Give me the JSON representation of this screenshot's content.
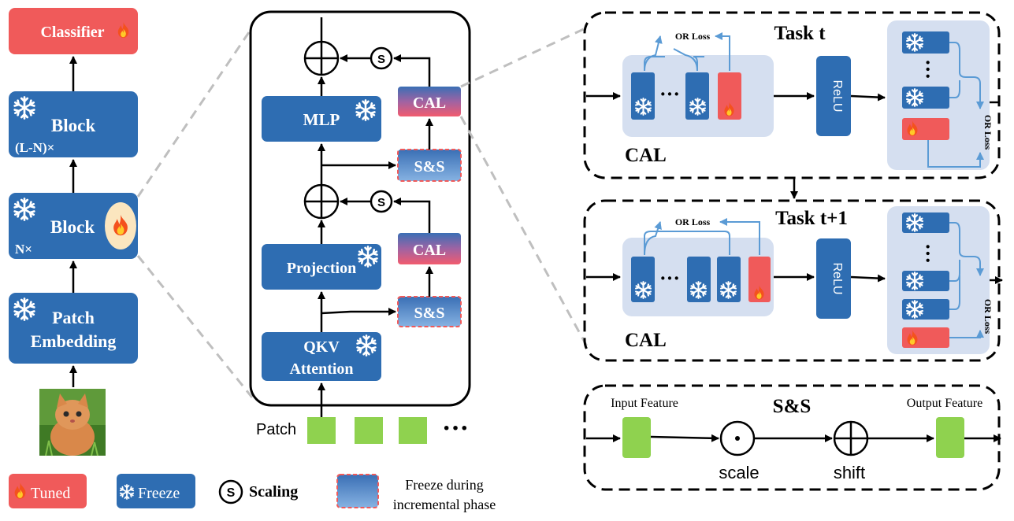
{
  "colors": {
    "block_blue": "#2e6db2",
    "tuned_red": "#f05a5a",
    "panel_blue": "#d5dff0",
    "patch_green": "#8fd24f",
    "arrow_blue": "#5b9bd5",
    "halo_yellow": "#fbe6bf",
    "dashed_gray": "#bfbfbf"
  },
  "backbone": {
    "classifier": "Classifier",
    "block_top_label": "Block",
    "block_top_sub": "(L-N)×",
    "block_mid_label": "Block",
    "block_mid_sub": "N×",
    "patch_embedding_line1": "Patch",
    "patch_embedding_line2": "Embedding",
    "input_image": "kitten-photo"
  },
  "transformer": {
    "mlp": "MLP",
    "projection": "Projection",
    "qkv_line1": "QKV",
    "qkv_line2": "Attention",
    "cal": "CAL",
    "ss": "S&S",
    "scaling_symbol": "S",
    "patch_label": "Patch",
    "ellipsis": "···"
  },
  "task_t": {
    "title": "Task t",
    "or_loss_top": "OR Loss",
    "or_loss_side": "OR Loss",
    "relu": "ReLU",
    "cal_label": "CAL",
    "ellipsis": "···"
  },
  "task_t1": {
    "title": "Task t+1",
    "or_loss_top": "OR Loss",
    "or_loss_side": "OR Loss",
    "relu": "ReLU",
    "cal_label": "CAL",
    "ellipsis": "···"
  },
  "ss_panel": {
    "title": "S&S",
    "input_feature": "Input Feature",
    "output_feature": "Output Feature",
    "scale": "scale",
    "shift": "shift"
  },
  "legend": {
    "tuned": "Tuned",
    "freeze": "Freeze",
    "scaling_symbol": "S",
    "scaling": "Scaling",
    "freeze_incremental_line1": "Freeze during",
    "freeze_incremental_line2": "incremental phase"
  },
  "icons": [
    "fire-icon",
    "snowflake-icon",
    "kitten-image"
  ]
}
